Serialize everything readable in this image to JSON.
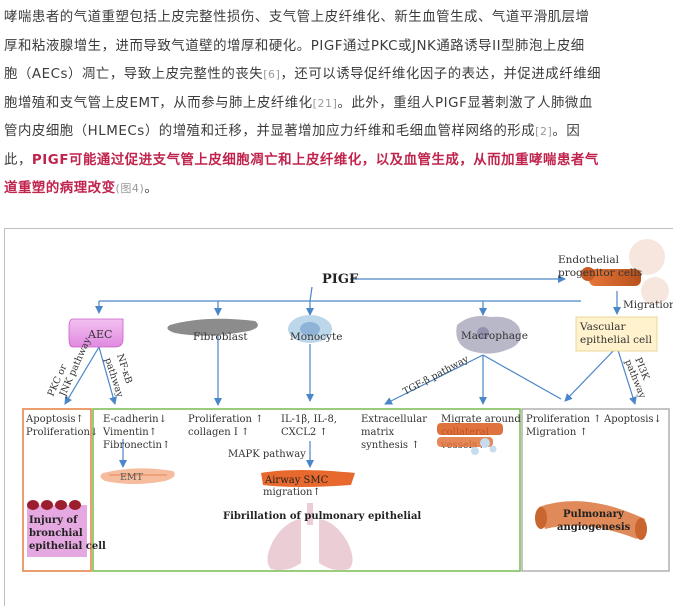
{
  "article": {
    "line1": "哮喘患者的气道重塑包括上皮完整性损伤、支气管上皮纤维化、新生血管生成、气道平滑肌层增",
    "line2": "厚和粘液腺增生，进而导致气道壁的增厚和硬化。PIGF通过PKC或JNK通路诱导II型肺泡上皮细",
    "line3a": "胞（AECs）凋亡，导致上皮完整性的丧失",
    "cite6": "[6]",
    "line3b": "，还可以诱导促纤维化因子的表达，并促进成纤维细",
    "line4a": "胞增殖和支气管上皮EMT，从而参与肺上皮纤维化",
    "cite21": "[21]",
    "line4b": "。此外，重组人PIGF显著刺激了人肺微血",
    "line5a": "管内皮细胞（HLMECs）的增殖和迁移，并显著增加应力纤维和毛细血管样网络的形成",
    "cite2": "[2]",
    "line5b": "。因",
    "line6a": "此，",
    "line6hl": "PIGF可能通过促进支气管上皮细胞凋亡和上皮纤维化，以及血管生成，从而加重哮喘患者气",
    "line7hl": "道重塑的病理改变",
    "figref": "(图4)",
    "line7end": "。"
  },
  "figure": {
    "pigf": "PIGF",
    "endothelial1": "Endothelial",
    "endothelial2": "progenitor cells",
    "migration": "Migration",
    "aec": "AEC",
    "fibroblast": "Fibroblast",
    "monocyte": "Monocyte",
    "macrophage": "Macrophage",
    "vascular1": "Vascular",
    "vascular2": "epithelial cell",
    "pkc1": "PKC or",
    "pkc2": "JNK pathway",
    "nfkb1": "NF-κB",
    "nfkb2": "pathway",
    "tgf": "TGF-β pathway",
    "pi3k1": "PI3K",
    "pi3k2": "pathway",
    "apoptosis_up": "Apoptosis↑",
    "proliferation_down": "Proliferation↓",
    "ecadherin": "E-cadherin↓",
    "vimentin": "Vimentin↑",
    "fibronectin": "Fibronectin↑",
    "emt": "EMT",
    "fib_prolif": "Proliferation ↑",
    "collagen": "collagen I ↑",
    "il1": "IL-1β, IL-8,",
    "cxcl2": "CXCL2 ↑",
    "mapk": "MAPK pathway",
    "airway_smc": "Airway SMC",
    "smc_migration": "migration↑",
    "ecm1": "Extracellular",
    "ecm2": "matrix",
    "ecm3": "synthesis ↑",
    "migrate1": "Migrate around",
    "migrate2": "collateral",
    "migrate3": "vessels↑",
    "vec_prolif": "Proliferation ↑",
    "vec_migration": "Migration ↑",
    "vec_apoptosis": "Apoptosis↓",
    "injury1": "Injury of",
    "injury2": "bronchial",
    "injury3": "epithelial cell",
    "fibrillation": "Fibrillation of pulmonary epithelial",
    "pulmonary1": "Pulmonary",
    "pulmonary2": "angiogenesis"
  }
}
